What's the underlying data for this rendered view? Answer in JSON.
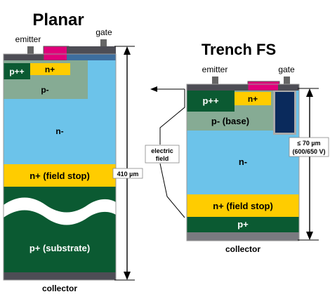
{
  "planar": {
    "title": "Planar",
    "emitter": "emitter",
    "gate": "gate",
    "p_plus_plus": "p++",
    "n_plus": "n+",
    "p_minus": "p-",
    "n_minus": "n-",
    "field_stop": "n+ (field stop)",
    "substrate": "p+ (substrate)",
    "collector": "collector",
    "thickness": "410 µm"
  },
  "trench": {
    "title": "Trench FS",
    "emitter": "emitter",
    "gate": "gate",
    "p_plus_plus": "p++",
    "n_plus": "n+",
    "p_base": "p- (base)",
    "n_minus": "n-",
    "field_stop": "n+ (field stop)",
    "p_plus": "p+",
    "collector": "collector",
    "thickness_line1": "≤ 70 µm",
    "thickness_line2": "(600/650 V)"
  },
  "electric_field": {
    "line1": "electric",
    "line2": "field"
  },
  "colors": {
    "n_minus": "#6cc3ea",
    "n_plus": "#ffcc00",
    "p_dark": "#0b5a32",
    "p_minus": "#86ab94",
    "metal": "#4d4d55",
    "gate_pink": "#e0007a",
    "trench_gate": "#0a2a5c",
    "outline": "#999999"
  }
}
